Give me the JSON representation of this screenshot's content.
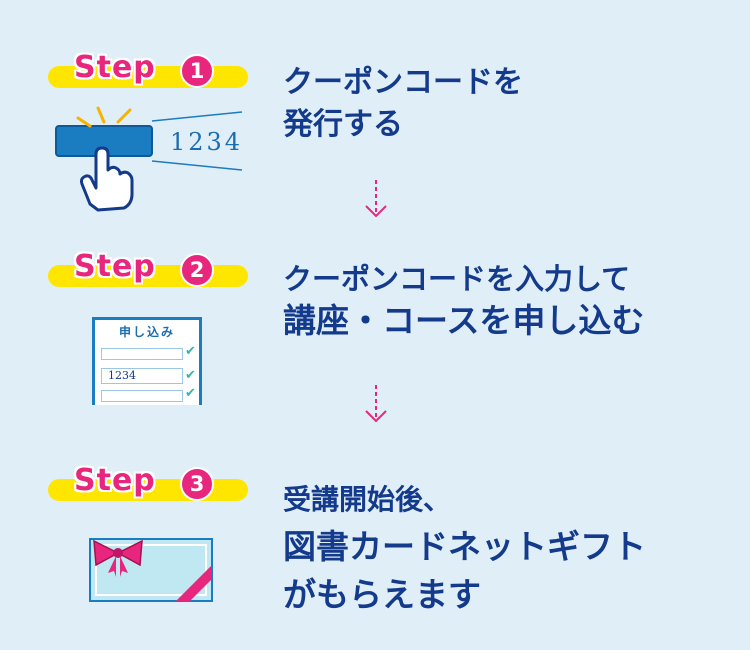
{
  "steps": [
    {
      "label": "Step",
      "number": "1",
      "lines": [
        "クーポンコードを",
        "発行する"
      ],
      "code": "1234"
    },
    {
      "label": "Step",
      "number": "2",
      "lines": [
        "クーポンコードを入力して",
        "講座・コースを申し込む"
      ],
      "form_title": "申し込み",
      "code": "1234"
    },
    {
      "label": "Step",
      "number": "3",
      "lines": [
        "受講開始後、",
        "図書カードネットギフト",
        "がもらえます"
      ]
    }
  ],
  "colors": {
    "background": "#e0eef8",
    "navy": "#143a8c",
    "pink": "#e8267e",
    "yellow": "#ffe600",
    "button_blue": "#1a7cc1",
    "card_teal": "#bfe8f2"
  }
}
